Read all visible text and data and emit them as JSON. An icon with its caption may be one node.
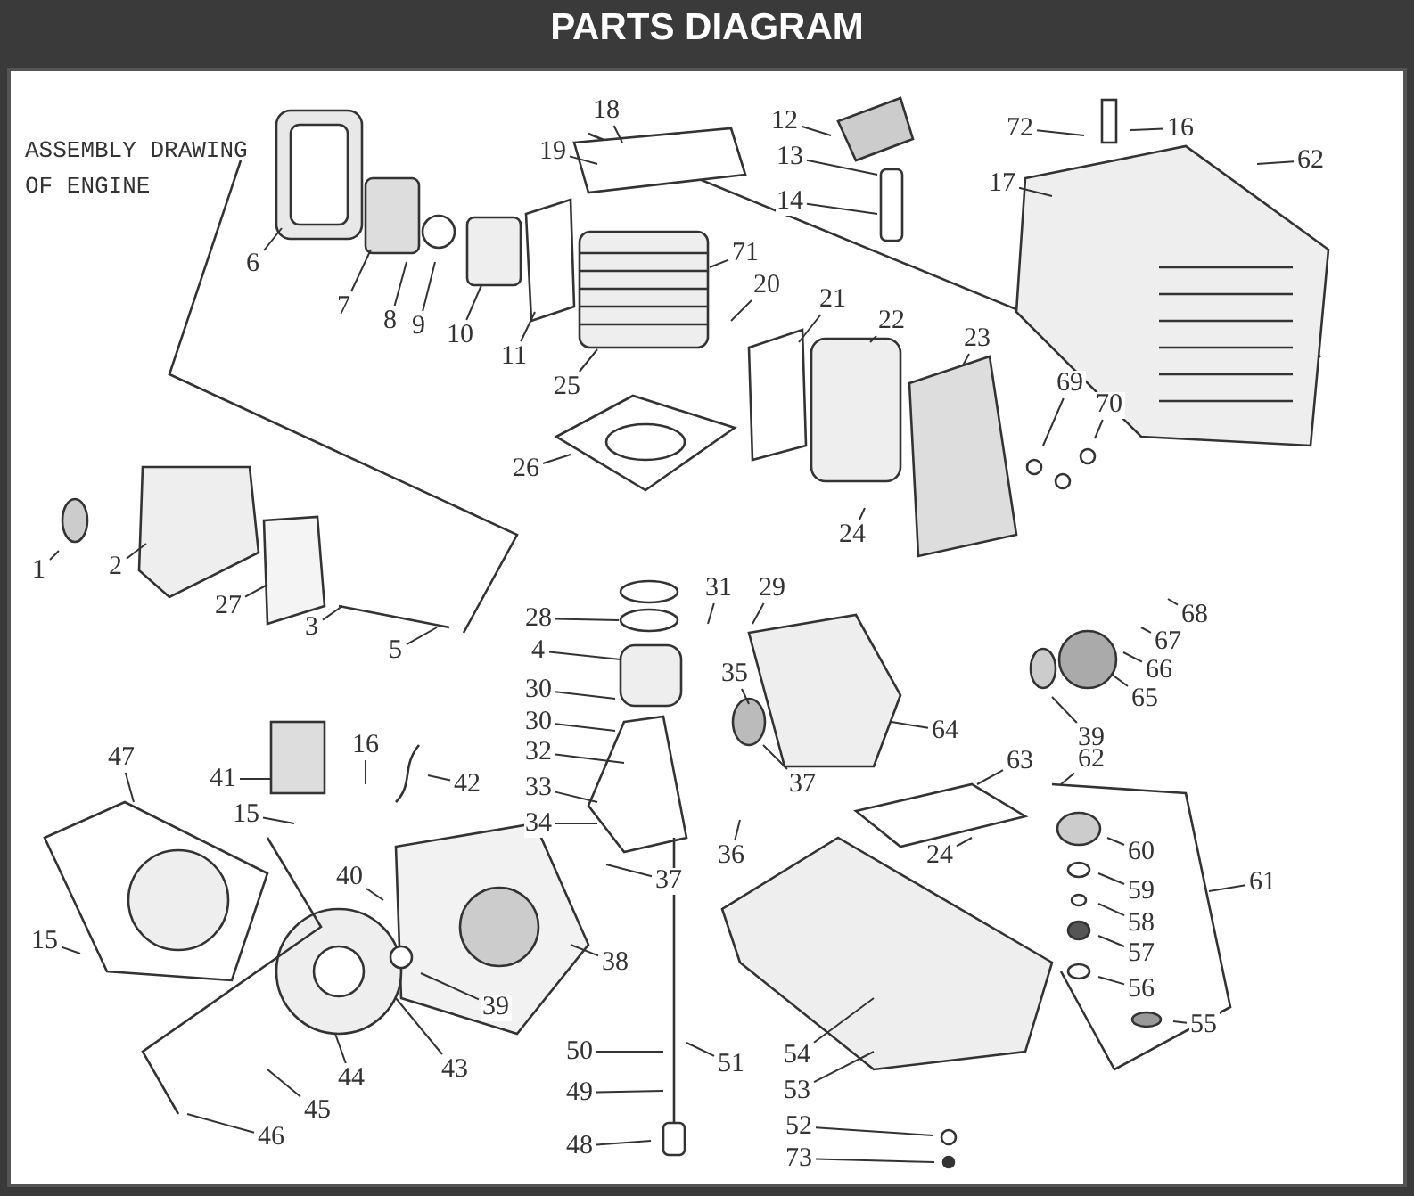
{
  "diagram": {
    "title": "PARTS DIAGRAM",
    "labels": [
      "ASSEMBLY DRAWING OF ENGINE"
    ],
    "nodes": [
      {
        "text": [
          "18"
        ]
      },
      {
        "text": [
          "12"
        ]
      },
      {
        "text": [
          "72"
        ]
      },
      {
        "text": [
          "16"
        ]
      },
      {
        "text": [
          "62"
        ]
      },
      {
        "text": [
          "19"
        ]
      },
      {
        "text": [
          "13"
        ]
      },
      {
        "text": [
          "17"
        ]
      },
      {
        "text": [
          "14"
        ]
      },
      {
        "text": [
          "71"
        ]
      },
      {
        "text": [
          "6"
        ]
      },
      {
        "text": [
          "20"
        ]
      },
      {
        "text": [
          "21"
        ]
      },
      {
        "text": [
          "7"
        ]
      },
      {
        "text": [
          "8"
        ]
      },
      {
        "text": [
          "9"
        ]
      },
      {
        "text": [
          "22"
        ]
      },
      {
        "text": [
          "10"
        ]
      },
      {
        "text": [
          "23"
        ]
      },
      {
        "text": [
          "11"
        ]
      },
      {
        "text": [
          "69"
        ]
      },
      {
        "text": [
          "25"
        ]
      },
      {
        "text": [
          "70"
        ]
      },
      {
        "text": [
          "26"
        ]
      },
      {
        "text": [
          "24"
        ]
      },
      {
        "text": [
          "1"
        ]
      },
      {
        "text": [
          "2"
        ]
      },
      {
        "text": [
          "27"
        ]
      },
      {
        "text": [
          "31"
        ]
      },
      {
        "text": [
          "30"
        ]
      },
      {
        "text": [
          "3"
        ]
      },
      {
        "text": [
          "28"
        ]
      },
      {
        "text": [
          "68"
        ]
      },
      {
        "text": [
          "4"
        ]
      },
      {
        "text": [
          "29"
        ]
      },
      {
        "text": [
          "67"
        ]
      },
      {
        "text": [
          "5"
        ]
      },
      {
        "text": [
          "66"
        ]
      },
      {
        "text": [
          "35"
        ]
      },
      {
        "text": [
          "30"
        ]
      },
      {
        "text": [
          "65"
        ]
      },
      {
        "text": [
          "39"
        ]
      },
      {
        "text": [
          "32"
        ]
      },
      {
        "text": [
          "64"
        ]
      },
      {
        "text": [
          "33"
        ]
      },
      {
        "text": [
          "47"
        ]
      },
      {
        "text": [
          "41"
        ]
      },
      {
        "text": [
          "16"
        ]
      },
      {
        "text": [
          "63"
        ]
      },
      {
        "text": [
          "62"
        ]
      },
      {
        "text": [
          "42"
        ]
      },
      {
        "text": [
          "37"
        ]
      },
      {
        "text": [
          "34"
        ]
      },
      {
        "text": [
          "15"
        ]
      },
      {
        "text": [
          "60"
        ]
      },
      {
        "text": [
          "24"
        ]
      },
      {
        "text": [
          "36"
        ]
      },
      {
        "text": [
          "40"
        ]
      },
      {
        "text": [
          "37"
        ]
      },
      {
        "text": [
          "61"
        ]
      },
      {
        "text": [
          "59"
        ]
      },
      {
        "text": [
          "58"
        ]
      },
      {
        "text": [
          "15"
        ]
      },
      {
        "text": [
          "57"
        ]
      },
      {
        "text": [
          "38"
        ]
      },
      {
        "text": [
          "56"
        ]
      },
      {
        "text": [
          "39"
        ]
      },
      {
        "text": [
          "55"
        ]
      },
      {
        "text": [
          "50"
        ]
      },
      {
        "text": [
          "54"
        ]
      },
      {
        "text": [
          "51"
        ]
      },
      {
        "text": [
          "43"
        ]
      },
      {
        "text": [
          "44"
        ]
      },
      {
        "text": [
          "49"
        ]
      },
      {
        "text": [
          "53"
        ]
      },
      {
        "text": [
          "45"
        ]
      },
      {
        "text": [
          "52"
        ]
      },
      {
        "text": [
          "46"
        ]
      },
      {
        "text": [
          "48"
        ]
      },
      {
        "text": [
          "73"
        ]
      }
    ],
    "edges": [
      {
        "from": 0,
        "to": null,
        "arrow": "none"
      },
      {
        "from": 1,
        "to": null,
        "arrow": "none"
      },
      {
        "from": 2,
        "to": null,
        "arrow": "none"
      },
      {
        "from": 3,
        "to": null,
        "arrow": "none"
      },
      {
        "from": 4,
        "to": null,
        "arrow": "none"
      },
      {
        "from": 5,
        "to": null,
        "arrow": "none"
      },
      {
        "from": 6,
        "to": null,
        "arrow": "none"
      },
      {
        "from": 7,
        "to": null,
        "arrow": "none"
      },
      {
        "from": 8,
        "to": null,
        "arrow": "none"
      },
      {
        "from": 9,
        "to": null,
        "arrow": "none"
      },
      {
        "from": 10,
        "to": null,
        "arrow": "none"
      },
      {
        "from": 11,
        "to": null,
        "arrow": "none"
      },
      {
        "from": 12,
        "to": null,
        "arrow": "none"
      },
      {
        "from": 13,
        "to": null,
        "arrow": "none"
      },
      {
        "from": 14,
        "to": null,
        "arrow": "none"
      },
      {
        "from": 15,
        "to": null,
        "arrow": "none"
      },
      {
        "from": 16,
        "to": null,
        "arrow": "none"
      },
      {
        "from": 17,
        "to": null,
        "arrow": "none"
      },
      {
        "from": 18,
        "to": null,
        "arrow": "none"
      },
      {
        "from": 19,
        "to": null,
        "arrow": "none"
      },
      {
        "from": 20,
        "to": null,
        "arrow": "none"
      },
      {
        "from": 21,
        "to": null,
        "arrow": "none"
      },
      {
        "from": 22,
        "to": null,
        "arrow": "none"
      },
      {
        "from": 23,
        "to": null,
        "arrow": "none"
      },
      {
        "from": 24,
        "to": null,
        "arrow": "none"
      },
      {
        "from": 25,
        "to": null,
        "arrow": "none"
      },
      {
        "from": 26,
        "to": null,
        "arrow": "none"
      },
      {
        "from": 27,
        "to": null,
        "arrow": "none"
      },
      {
        "from": 28,
        "to": null,
        "arrow": "none"
      },
      {
        "from": 29,
        "to": null,
        "arrow": "none"
      },
      {
        "from": 30,
        "to": null,
        "arrow": "none"
      },
      {
        "from": 31,
        "to": null,
        "arrow": "none"
      },
      {
        "from": 32,
        "to": null,
        "arrow": "none"
      },
      {
        "from": 33,
        "to": null,
        "arrow": "none"
      },
      {
        "from": 34,
        "to": null,
        "arrow": "none"
      },
      {
        "from": 35,
        "to": null,
        "arrow": "none"
      },
      {
        "from": 36,
        "to": null,
        "arrow": "none"
      },
      {
        "from": 37,
        "to": null,
        "arrow": "none"
      },
      {
        "from": 38,
        "to": null,
        "arrow": "none"
      },
      {
        "from": 39,
        "to": null,
        "arrow": "none"
      },
      {
        "from": 40,
        "to": null,
        "arrow": "none"
      },
      {
        "from": 41,
        "to": null,
        "arrow": "none"
      },
      {
        "from": 42,
        "to": null,
        "arrow": "none"
      },
      {
        "from": 43,
        "to": null,
        "arrow": "none"
      },
      {
        "from": 44,
        "to": null,
        "arrow": "none"
      },
      {
        "from": 45,
        "to": null,
        "arrow": "none"
      },
      {
        "from": 46,
        "to": null,
        "arrow": "none"
      },
      {
        "from": 47,
        "to": null,
        "arrow": "none"
      },
      {
        "from": 48,
        "to": null,
        "arrow": "none"
      },
      {
        "from": 49,
        "to": null,
        "arrow": "none"
      },
      {
        "from": 50,
        "to": null,
        "arrow": "none"
      },
      {
        "from": 51,
        "to": null,
        "arrow": "none"
      },
      {
        "from": 52,
        "to": null,
        "arrow": "none"
      },
      {
        "from": 53,
        "to": null,
        "arrow": "none"
      },
      {
        "from": 54,
        "to": null,
        "arrow": "none"
      },
      {
        "from": 55,
        "to": null,
        "arrow": "none"
      },
      {
        "from": 56,
        "to": null,
        "arrow": "none"
      },
      {
        "from": 57,
        "to": null,
        "arrow": "none"
      },
      {
        "from": 58,
        "to": null,
        "arrow": "none"
      },
      {
        "from": 59,
        "to": null,
        "arrow": "none"
      },
      {
        "from": 60,
        "to": null,
        "arrow": "none"
      },
      {
        "from": 61,
        "to": null,
        "arrow": "none"
      },
      {
        "from": 62,
        "to": null,
        "arrow": "none"
      },
      {
        "from": 63,
        "to": null,
        "arrow": "none"
      },
      {
        "from": 64,
        "to": null,
        "arrow": "none"
      },
      {
        "from": 65,
        "to": null,
        "arrow": "none"
      },
      {
        "from": 66,
        "to": null,
        "arrow": "none"
      },
      {
        "from": 67,
        "to": null,
        "arrow": "none"
      },
      {
        "from": 68,
        "to": null,
        "arrow": "none"
      },
      {
        "from": 69,
        "to": null,
        "arrow": "none"
      },
      {
        "from": 70,
        "to": null,
        "arrow": "none"
      },
      {
        "from": 71,
        "to": null,
        "arrow": "none"
      },
      {
        "from": 72,
        "to": null,
        "arrow": "none"
      },
      {
        "from": 73,
        "to": null,
        "arrow": "none"
      },
      {
        "from": 74,
        "to": null,
        "arrow": "none"
      },
      {
        "from": 75,
        "to": null,
        "arrow": "none"
      },
      {
        "from": 76,
        "to": null,
        "arrow": "none"
      },
      {
        "from": 77,
        "to": null,
        "arrow": "none"
      },
      {
        "from": 78,
        "to": null,
        "arrow": "none"
      },
      {
        "from": 79,
        "to": null,
        "arrow": "none"
      }
    ]
  }
}
